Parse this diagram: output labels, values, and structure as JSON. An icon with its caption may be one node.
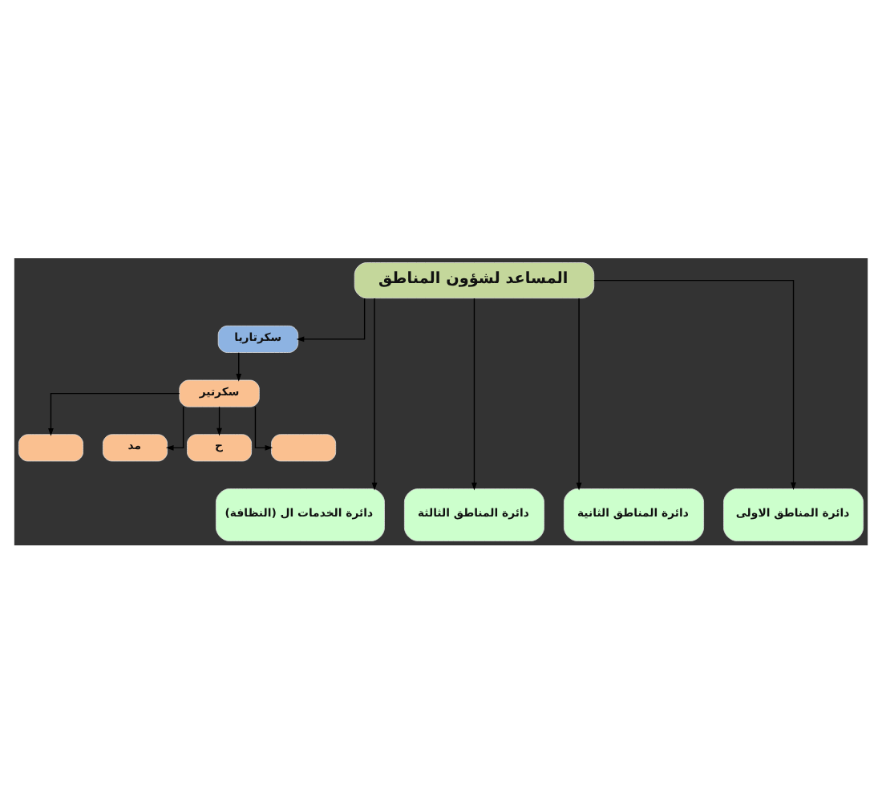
{
  "diagram": {
    "nodes": [
      {
        "text": [
          "المساعد لشؤون المناطق"
        ]
      },
      {
        "text": [
          "سكرتاريا"
        ]
      },
      {
        "text": [
          "سكرتير"
        ]
      },
      {
        "text": [],
        "shape": "box"
      },
      {
        "text": [
          "مد"
        ]
      },
      {
        "text": [
          "ح"
        ]
      },
      {
        "text": [],
        "shape": "box"
      },
      {
        "text": [
          "دائرة الخدمات ال (النظافة)"
        ]
      },
      {
        "text": [
          "دائرة المناطق الثالثة"
        ]
      },
      {
        "text": [
          "دائرة المناطق الثانية"
        ]
      },
      {
        "text": [
          "دائرة المناطق الاولى"
        ]
      }
    ],
    "edges": [
      {
        "from": 0,
        "to": 1,
        "arrow": "to"
      },
      {
        "from": 1,
        "to": 2,
        "arrow": "to"
      },
      {
        "from": 2,
        "to": 3,
        "arrow": "to"
      },
      {
        "from": 2,
        "to": 4,
        "arrow": "to"
      },
      {
        "from": 2,
        "to": 5,
        "arrow": "to"
      },
      {
        "from": 2,
        "to": 6,
        "arrow": "to"
      },
      {
        "from": 0,
        "to": 7,
        "arrow": "to"
      },
      {
        "from": 0,
        "to": 8,
        "arrow": "to"
      },
      {
        "from": 0,
        "to": 9,
        "arrow": "to"
      },
      {
        "from": 0,
        "to": 10,
        "arrow": "to"
      }
    ]
  }
}
